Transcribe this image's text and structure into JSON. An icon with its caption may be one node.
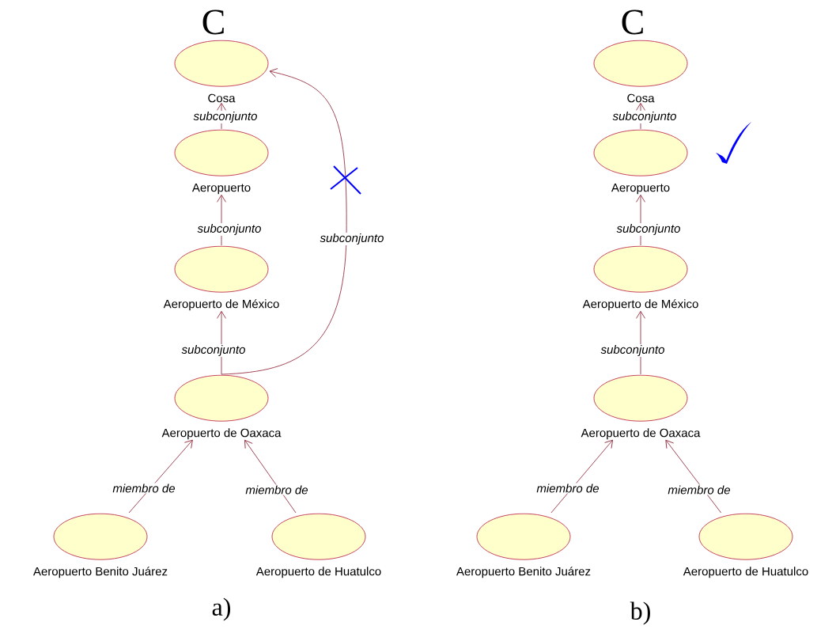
{
  "diagram": {
    "nodes": [
      {
        "text": [
          "Cosa"
        ]
      },
      {
        "text": [
          "Aeropuerto"
        ]
      },
      {
        "text": [
          "Aeropuerto de México"
        ]
      },
      {
        "text": [
          "Aeropuerto de Oaxaca"
        ]
      },
      {
        "text": [
          "Aeropuerto Benito Juárez"
        ]
      },
      {
        "text": [
          "Aeropuerto de Huatulco"
        ]
      },
      {
        "text": [
          "Cosa"
        ]
      },
      {
        "text": [
          "Aeropuerto"
        ]
      },
      {
        "text": [
          "Aeropuerto de México"
        ]
      },
      {
        "text": [
          "Aeropuerto de Oaxaca"
        ]
      },
      {
        "text": [
          "Aeropuerto Benito Juárez"
        ]
      },
      {
        "text": [
          "Aeropuerto de Huatulco"
        ]
      }
    ],
    "edges": [
      {
        "from": 1,
        "to": 0,
        "arrow": "to",
        "label": "subconjunto"
      },
      {
        "from": 2,
        "to": 1,
        "arrow": "to",
        "label": "subconjunto"
      },
      {
        "from": 3,
        "to": 2,
        "arrow": "to",
        "label": "subconjunto"
      },
      {
        "from": 3,
        "to": 0,
        "arrow": "to",
        "label": "subconjunto"
      },
      {
        "from": 4,
        "to": 3,
        "arrow": "to",
        "label": "miembro de"
      },
      {
        "from": 5,
        "to": 3,
        "arrow": "to",
        "label": "miembro de"
      },
      {
        "from": 7,
        "to": 6,
        "arrow": "to",
        "label": "subconjunto"
      },
      {
        "from": 8,
        "to": 7,
        "arrow": "to",
        "label": "subconjunto"
      },
      {
        "from": 9,
        "to": 8,
        "arrow": "to",
        "label": "subconjunto"
      },
      {
        "from": 10,
        "to": 9,
        "arrow": "to",
        "label": "miembro de"
      },
      {
        "from": 11,
        "to": 9,
        "arrow": "to",
        "label": "miembro de"
      }
    ],
    "labels": [
      "C",
      "C",
      "a)",
      "b)"
    ]
  }
}
